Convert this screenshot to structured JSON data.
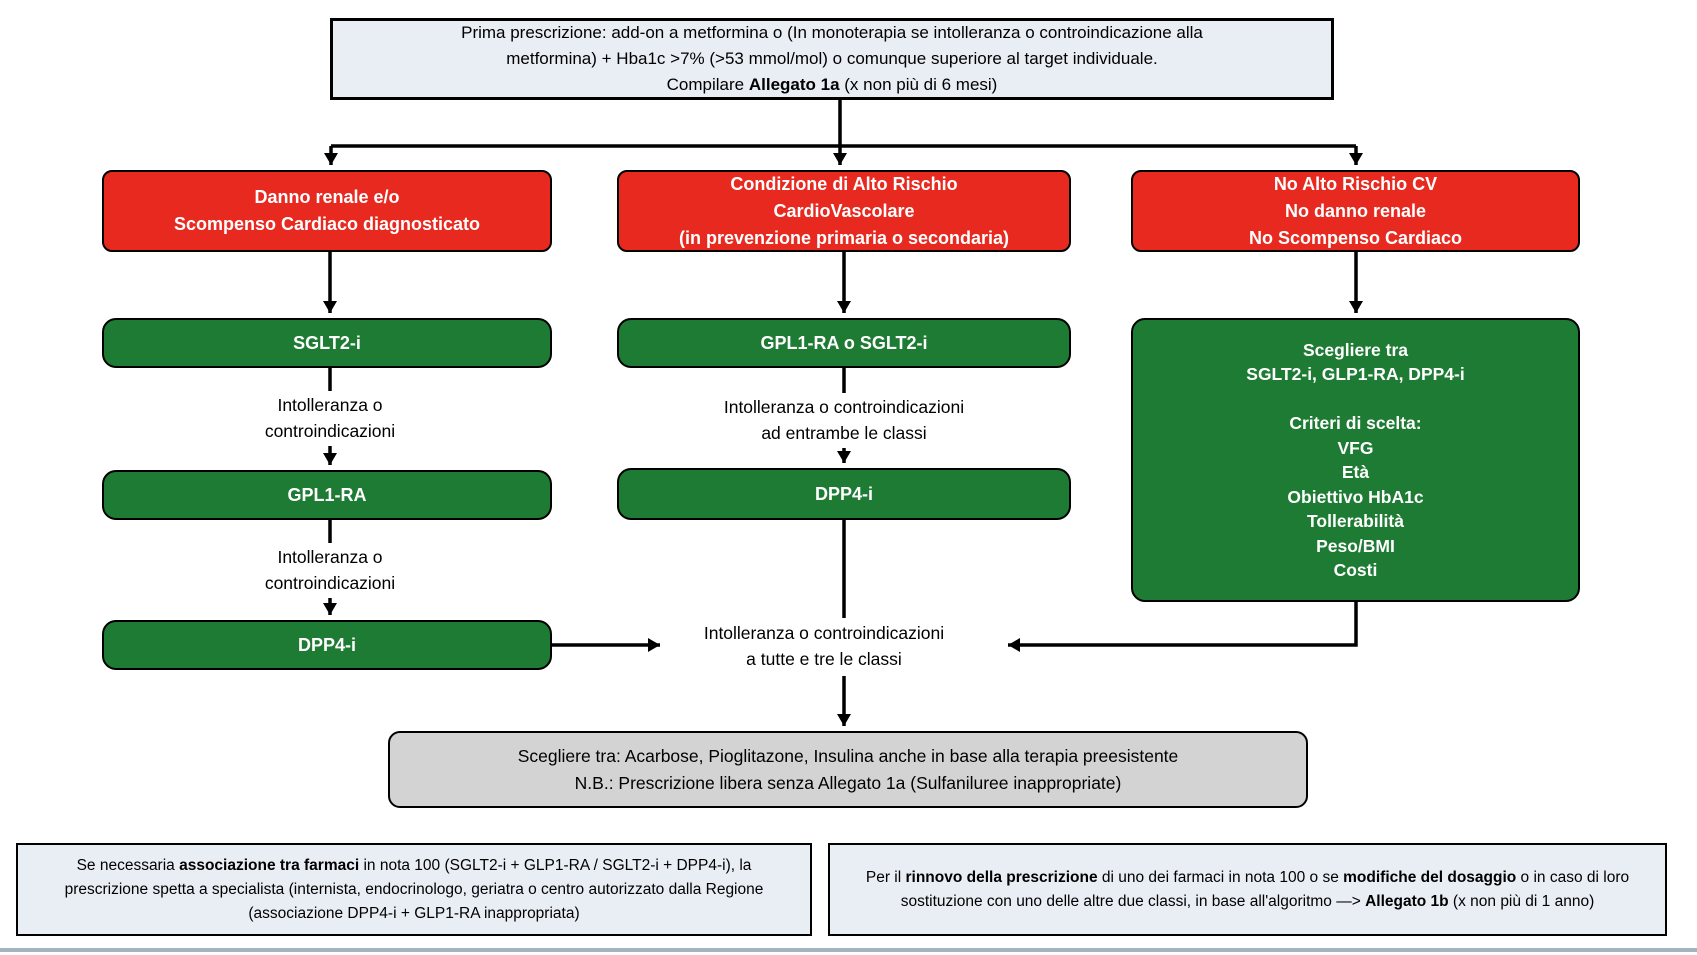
{
  "colors": {
    "red": "#e8291f",
    "green": "#1e7b34",
    "panel": "#e9edf4",
    "gray": "#d3d3d3",
    "line": "#000000",
    "divider": "#a5b3c0"
  },
  "top_box": {
    "line1": "Prima prescrizione: add-on a metformina o (In monoterapia se intolleranza o controindicazione alla",
    "line2": "metformina) + Hba1c  >7% (>53 mmol/mol) o comunque superiore al target individuale.",
    "line3_pre": "Compilare ",
    "line3_bold": "Allegato 1a",
    "line3_post": " (x non più di 6 mesi)"
  },
  "conditions": {
    "left": "Danno renale e/o\nScompenso Cardiaco diagnosticato",
    "middle": "Condizione di Alto Rischio\nCardioVascolare\n(in prevenzione primaria o secondaria)",
    "right": "No Alto Rischio CV\nNo danno renale\nNo Scompenso Cardiaco"
  },
  "nodes": {
    "left_1": "SGLT2-i",
    "left_2": "GPL1-RA",
    "left_3": "DPP4-i",
    "middle_1": "GPL1-RA o SGLT2-i",
    "middle_2": "DPP4-i",
    "right_panel": "Scegliere tra\nSGLT2-i, GLP1-RA, DPP4-i\n\nCriteri di scelta:\nVFG\nEtà\nObiettivo HbA1c\nTollerabilità\nPeso/BMI\nCosti"
  },
  "edge_labels": {
    "intolerance_short_1": "Intolleranza o\ncontroindicazioni",
    "intolerance_short_2": "Intolleranza o\ncontroindicazioni",
    "intolerance_both": "Intolleranza o controindicazioni\nad entrambe le classi",
    "intolerance_all": "Intolleranza o controindicazioni\na tutte e tre le classi"
  },
  "fallback_box": "Scegliere tra: Acarbose, Pioglitazone, Insulina anche in base alla terapia preesistente\nN.B.: Prescrizione libera senza Allegato 1a (Sulfaniluree inappropriate)",
  "notes": {
    "left": {
      "p1": "Se necessaria ",
      "b1": "associazione tra farmaci",
      "p2": " in nota 100 (SGLT2-i + GLP1-RA / SGLT2-i + DPP4-i), la prescrizione spetta a specialista (internista, endocrinologo, geriatra o centro autorizzato dalla Regione (associazione DPP4-i + GLP1-RA inappropriata)"
    },
    "right": {
      "p1": "Per il ",
      "b1": "rinnovo della prescrizione",
      "p2": " di uno dei farmaci in nota 100 o se ",
      "b2": "modifiche del dosaggio",
      "p3": " o in caso di loro sostituzione con uno delle altre due classi, in base all'algoritmo —> ",
      "b3": "Allegato 1b",
      "p4": " (x non più di 1 anno)"
    }
  }
}
